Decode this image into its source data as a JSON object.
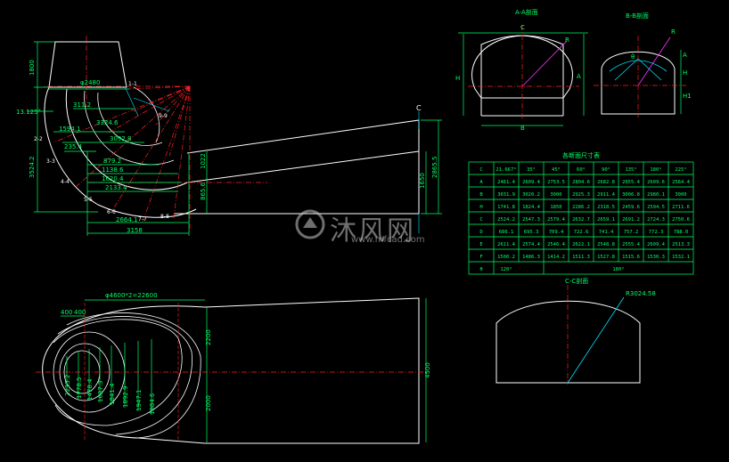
{
  "colors": {
    "background": "#000000",
    "outline": "#ffffff",
    "dimension": "#00ff66",
    "centerline": "#ff2020",
    "construction": "#00e5ff",
    "accent": "#ff33ff"
  },
  "elevation_view": {
    "labels": {
      "cut_mark": "C",
      "inlet_width": "φ2480",
      "angle": "13.125°",
      "sections": [
        "1-1",
        "2-2",
        "3-3",
        "4-4",
        "5-5",
        "6-6",
        "7-7",
        "8-8",
        "9-9"
      ]
    },
    "dims_horizontal": [
      "311.2",
      "3324.6",
      "1594.1",
      "3092.8",
      "235.4",
      "879.2",
      "1138.6",
      "1620.4",
      "2133.4",
      "2664.1",
      "3158"
    ],
    "dims_vertical": [
      "1800",
      "3524.2",
      "1022",
      "865.6",
      "1650",
      "2865.5"
    ]
  },
  "sectionA": {
    "title": "A-A剖面",
    "labels": {
      "top": "C",
      "bottom": "B",
      "height": "H",
      "radius": "R",
      "side": "A"
    }
  },
  "sectionB": {
    "title": "B-B剖面",
    "labels": {
      "radius": "R",
      "height": "H",
      "height2": "H1",
      "side": "A",
      "angle": "θ"
    }
  },
  "table": {
    "title": "各断面尺寸表",
    "header": [
      "C",
      "21.667°",
      "35°",
      "45°",
      "60°",
      "90°",
      "135°",
      "180°",
      "225°"
    ],
    "rows": [
      [
        "A",
        "2461.4",
        "2609.4",
        "2753.5",
        "2804.6",
        "2682.8",
        "2655.4",
        "2609.6",
        "2564.4"
      ],
      [
        "B",
        "3031.9",
        "3020.2",
        "3000",
        "2925.3",
        "2911.4",
        "3006.8",
        "2980.1",
        "3000"
      ],
      [
        "H",
        "1741.8",
        "1824.4",
        "1850",
        "2286.2",
        "2318.5",
        "2459.6",
        "2594.5",
        "2711.6"
      ],
      [
        "C",
        "2524.2",
        "2547.3",
        "2579.4",
        "2632.7",
        "2659.1",
        "2691.2",
        "2724.3",
        "2750.6"
      ],
      [
        "D",
        "686.1",
        "695.3",
        "709.4",
        "722.6",
        "741.4",
        "757.2",
        "772.3",
        "788.0"
      ],
      [
        "E",
        "2611.4",
        "2574.4",
        "2546.4",
        "2622.1",
        "2548.8",
        "2555.4",
        "2609.4",
        "2513.3"
      ],
      [
        "F",
        "1500.2",
        "1486.3",
        "1414.2",
        "1511.3",
        "1527.8",
        "1515.6",
        "1530.3",
        "1532.1"
      ]
    ],
    "footer": [
      "θ",
      "120°",
      "180°"
    ]
  },
  "plan_view": {
    "labels": {
      "top_dim": "φ4600*2=22600",
      "left_dims": [
        "400",
        "400"
      ],
      "right_dims": [
        "2200",
        "2000",
        "4500"
      ],
      "section_dims": [
        "2235.2",
        "1778.5",
        "1478.4",
        "1637.3",
        "1841.4",
        "1892.9",
        "1947.1",
        "1984.6"
      ]
    }
  },
  "sectionC": {
    "title": "C-C剖面",
    "radius": "R3024.58"
  },
  "watermark": {
    "brand": "沐风网",
    "url": "www.mfcad.com"
  }
}
